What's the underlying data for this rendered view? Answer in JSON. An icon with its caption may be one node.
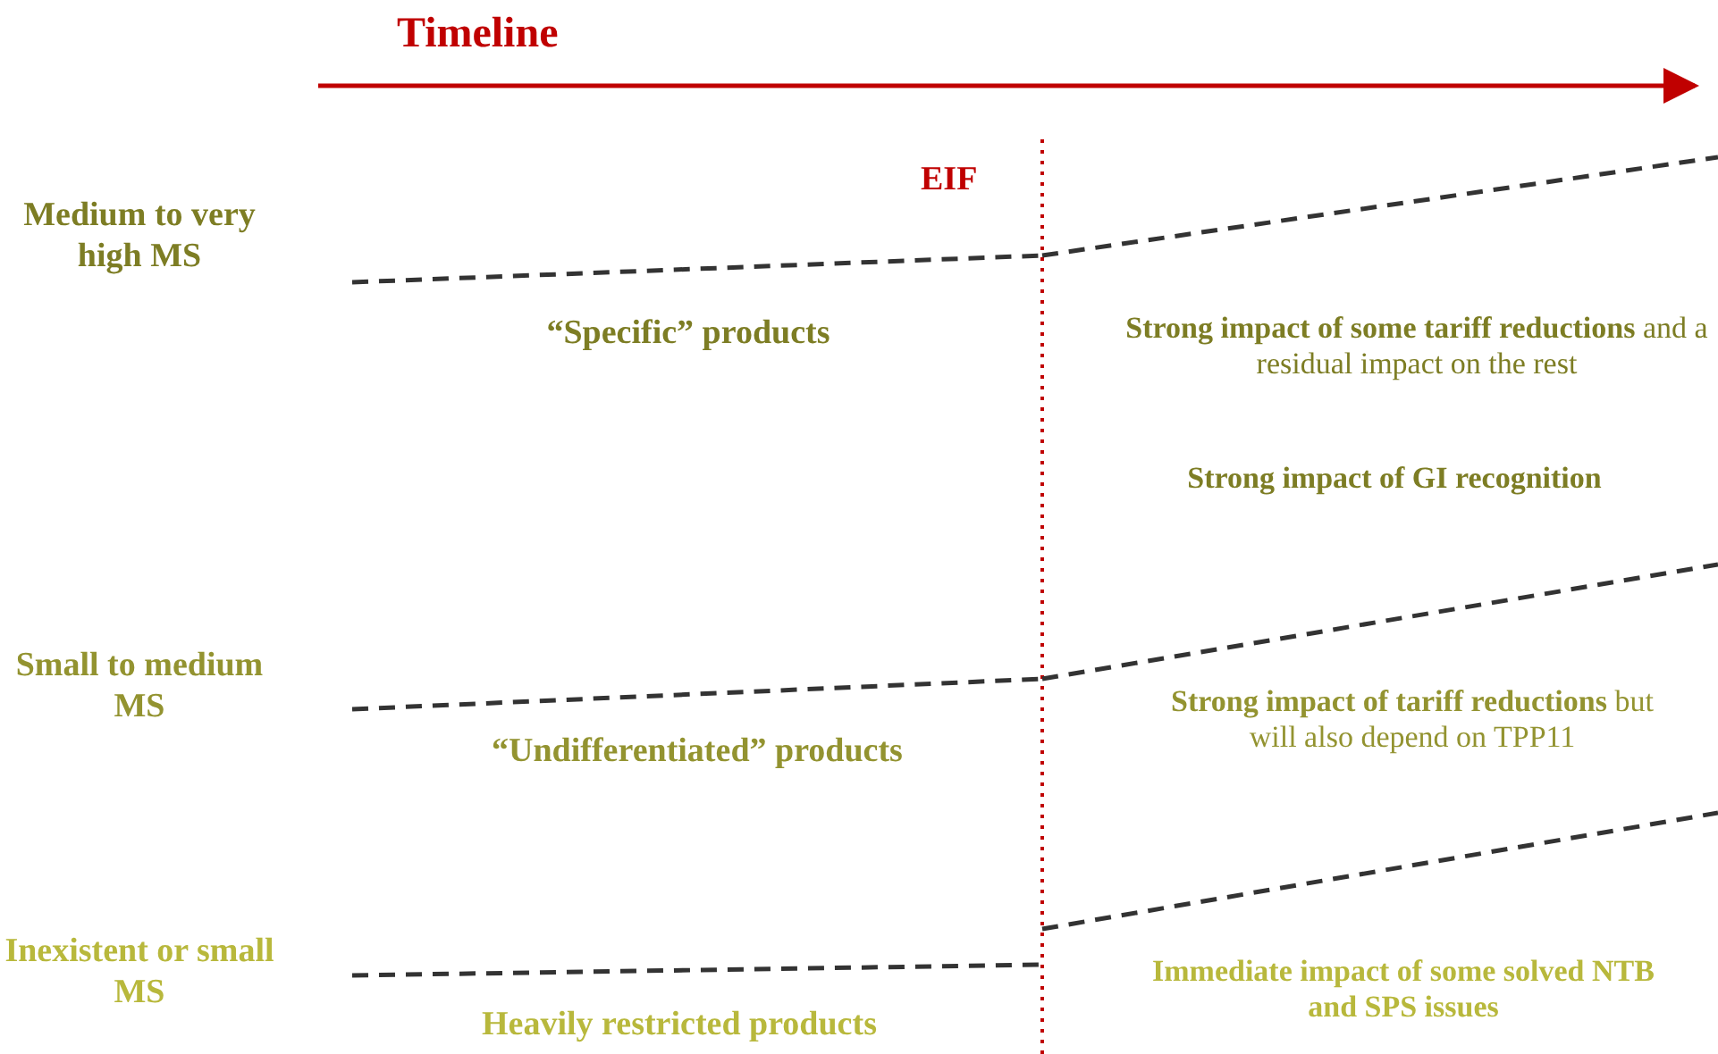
{
  "diagram": {
    "labels": [
      "Timeline",
      "EIF",
      "Medium to very high MS",
      "“Specific” products",
      "**Strong impact of some tariff reductions** and a residual impact on the rest",
      "Strong impact of GI recognition",
      "Small to medium MS",
      "“Undifferentiated” products",
      "**Strong impact of tariff reductions** but will also depend on TPP11",
      "Inexistent or small MS",
      "Heavily restricted products",
      "Immediate impact of some solved NTB and SPS issues"
    ]
  }
}
